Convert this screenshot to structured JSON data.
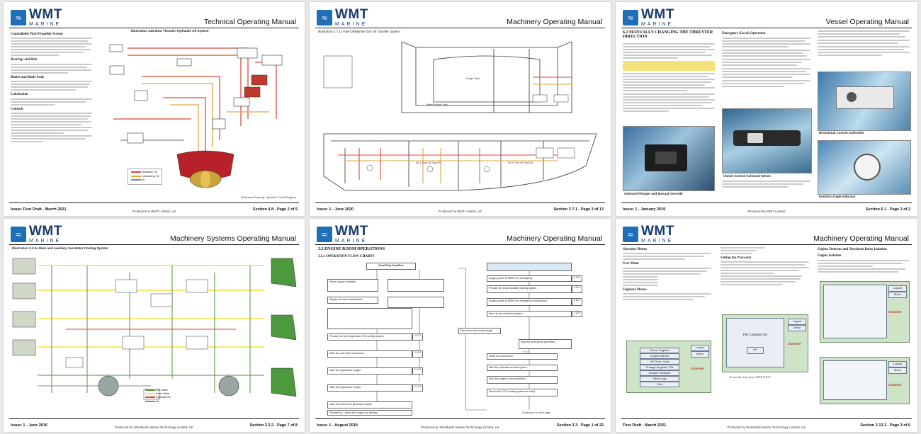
{
  "brand": {
    "name": "WMT",
    "sub": "MARINE"
  },
  "pages": [
    {
      "title": "Technical Operating Manual",
      "footer_left": "Issue: First Draft - March 2021",
      "footer_right": "Section 4.8 - Page 2 of 5",
      "footer_center": "Produced by WMT Limited, UK",
      "diagram_caption": "Illustration 4.8a Bow Thruster Hydraulic Oil System",
      "headings": [
        "Controllable Pitch Propeller System",
        "Bearings and Hub",
        "Blades and Blade Seals",
        "Lubrication",
        "Controls"
      ],
      "legend": [
        "Hydraulic Oil",
        "Lubricating Oil",
        "Air"
      ],
      "ref": "Reference Drawing: Hydraulic Circuit Diagram"
    },
    {
      "title": "Machinery Operating Manual",
      "footer_left": "Issue: 1 - June 2020",
      "footer_right": "Section 2.7.1 - Page 3 of 13",
      "footer_center": "Produced by WMT Limited, UK",
      "diagram_caption": "Illustration 2.7.1c Fuel Oil/Marine Gas Oil Transfer System",
      "labels": [
        "Cargo Tank",
        "Water Ballast Tank",
        "No.1 Fuel Oil Tank (P)",
        "No.1 Fuel Oil Tank (S)"
      ]
    },
    {
      "title": "Vessel Operating Manual",
      "footer_left": "Issue: 1 - January 2019",
      "footer_right": "Section 6.1 - Page 2 of 2",
      "footer_center": "Produced by WMT Limited",
      "section_heading": "6.1    MANUALLY CHANGING THE THRUSTER DIRECTION",
      "sub_heading": "Emergency (Local) Operation",
      "captions": [
        "Solenoid Plunger and Manual Override",
        "Directional Control Solenoids",
        "Clutch Control Solenoid Valves",
        "Position Angle Indicator"
      ]
    },
    {
      "title": "Machinery Systems Operating Manual",
      "footer_left": "Issue: 1 - June 2016",
      "footer_right": "Section 2.3.2 - Page 7 of 8",
      "footer_center": "Produced by Worldwide Marine Technology Limited, UK",
      "diagram_caption": "Illustration 2.3.2a Main and Auxiliary Sea Water Cooling System",
      "legend": [
        "Sea Water",
        "Fresh Water",
        "Hydraulic Oil",
        "Air"
      ]
    },
    {
      "title": "Machinery Operating Manual",
      "footer_left": "Issue: 1 - August 2019",
      "footer_right": "Section 3.3 - Page 1 of 22",
      "footer_center": "Produced by Worldwide Marine Technology Limited, UK",
      "section_heading": "3.3    ENGINE ROOM OPERATIONS",
      "sub_heading": "3.3.1    OPERATION FLOW CHARTS",
      "flow_title": "Dead Ship Condition",
      "flow_left": [
        "Shore Supply Available",
        "Supply the main switchboard",
        "Prepare the low temperature FW cooling system",
        "Start No.1 air start compressor",
        "Start No.1 generator engine",
        "Start No.2 generator engine",
        "Start No.3 and No.4 generator engine",
        "Prepare No.1 generator engine for starting"
      ],
      "flow_right": [
        "Supply power to MSB from emergency",
        "Prepare No.1 and auxiliary cooling system",
        "Supply power to MSB from emergency switchboard",
        "Start up the combined system",
        "Disconnect the shore supply",
        "Stop the emergency generator",
        "Reset the consumers",
        "Start the hydraulic service system",
        "Start the engine room ventilation",
        "Ensure the COL housing system is ready"
      ],
      "flow_ids": [
        "2.13.1",
        "2.13.2",
        "2.13.3",
        "2.13.4",
        "2.13.5",
        "2.13.6",
        "2.13.7",
        "2.13.8"
      ],
      "continued": "Continued on next page"
    },
    {
      "title": "Machinery Operating Manual",
      "footer_left": "First Draft - March 2021",
      "footer_right": "Section 2.13.3 - Page 3 of 6",
      "footer_center": "Produced by Worldwide Marine Technology Limited, UK",
      "headings": [
        "Operator Menus",
        "User Menu",
        "Engineer Menus",
        "Setting the Password",
        "Engine, Detector and Slowdown Relay Isolation",
        "Engine Isolation"
      ],
      "menu_buttons": [
        "Detect Engines",
        "Engine Names",
        "Set Time / Date",
        "Change Engineer PIN",
        "Restore Software",
        "Save Logs",
        "Exit"
      ],
      "side_buttons": [
        "Logout",
        "Menu"
      ],
      "pin_dialog": [
        "PIN Changed OK",
        "OK"
      ],
      "brand_tag": "Graviner",
      "save_logs_note": "To save the event, press 'SAVE LOGS'."
    }
  ],
  "colors": {
    "brand": "#1f6fb8",
    "hydraulic": "#d84a3a",
    "lube": "#e2a33a",
    "seawater": "#4d9a3e",
    "freshwater": "#f2e24a",
    "steel": "#5e8fb8"
  }
}
